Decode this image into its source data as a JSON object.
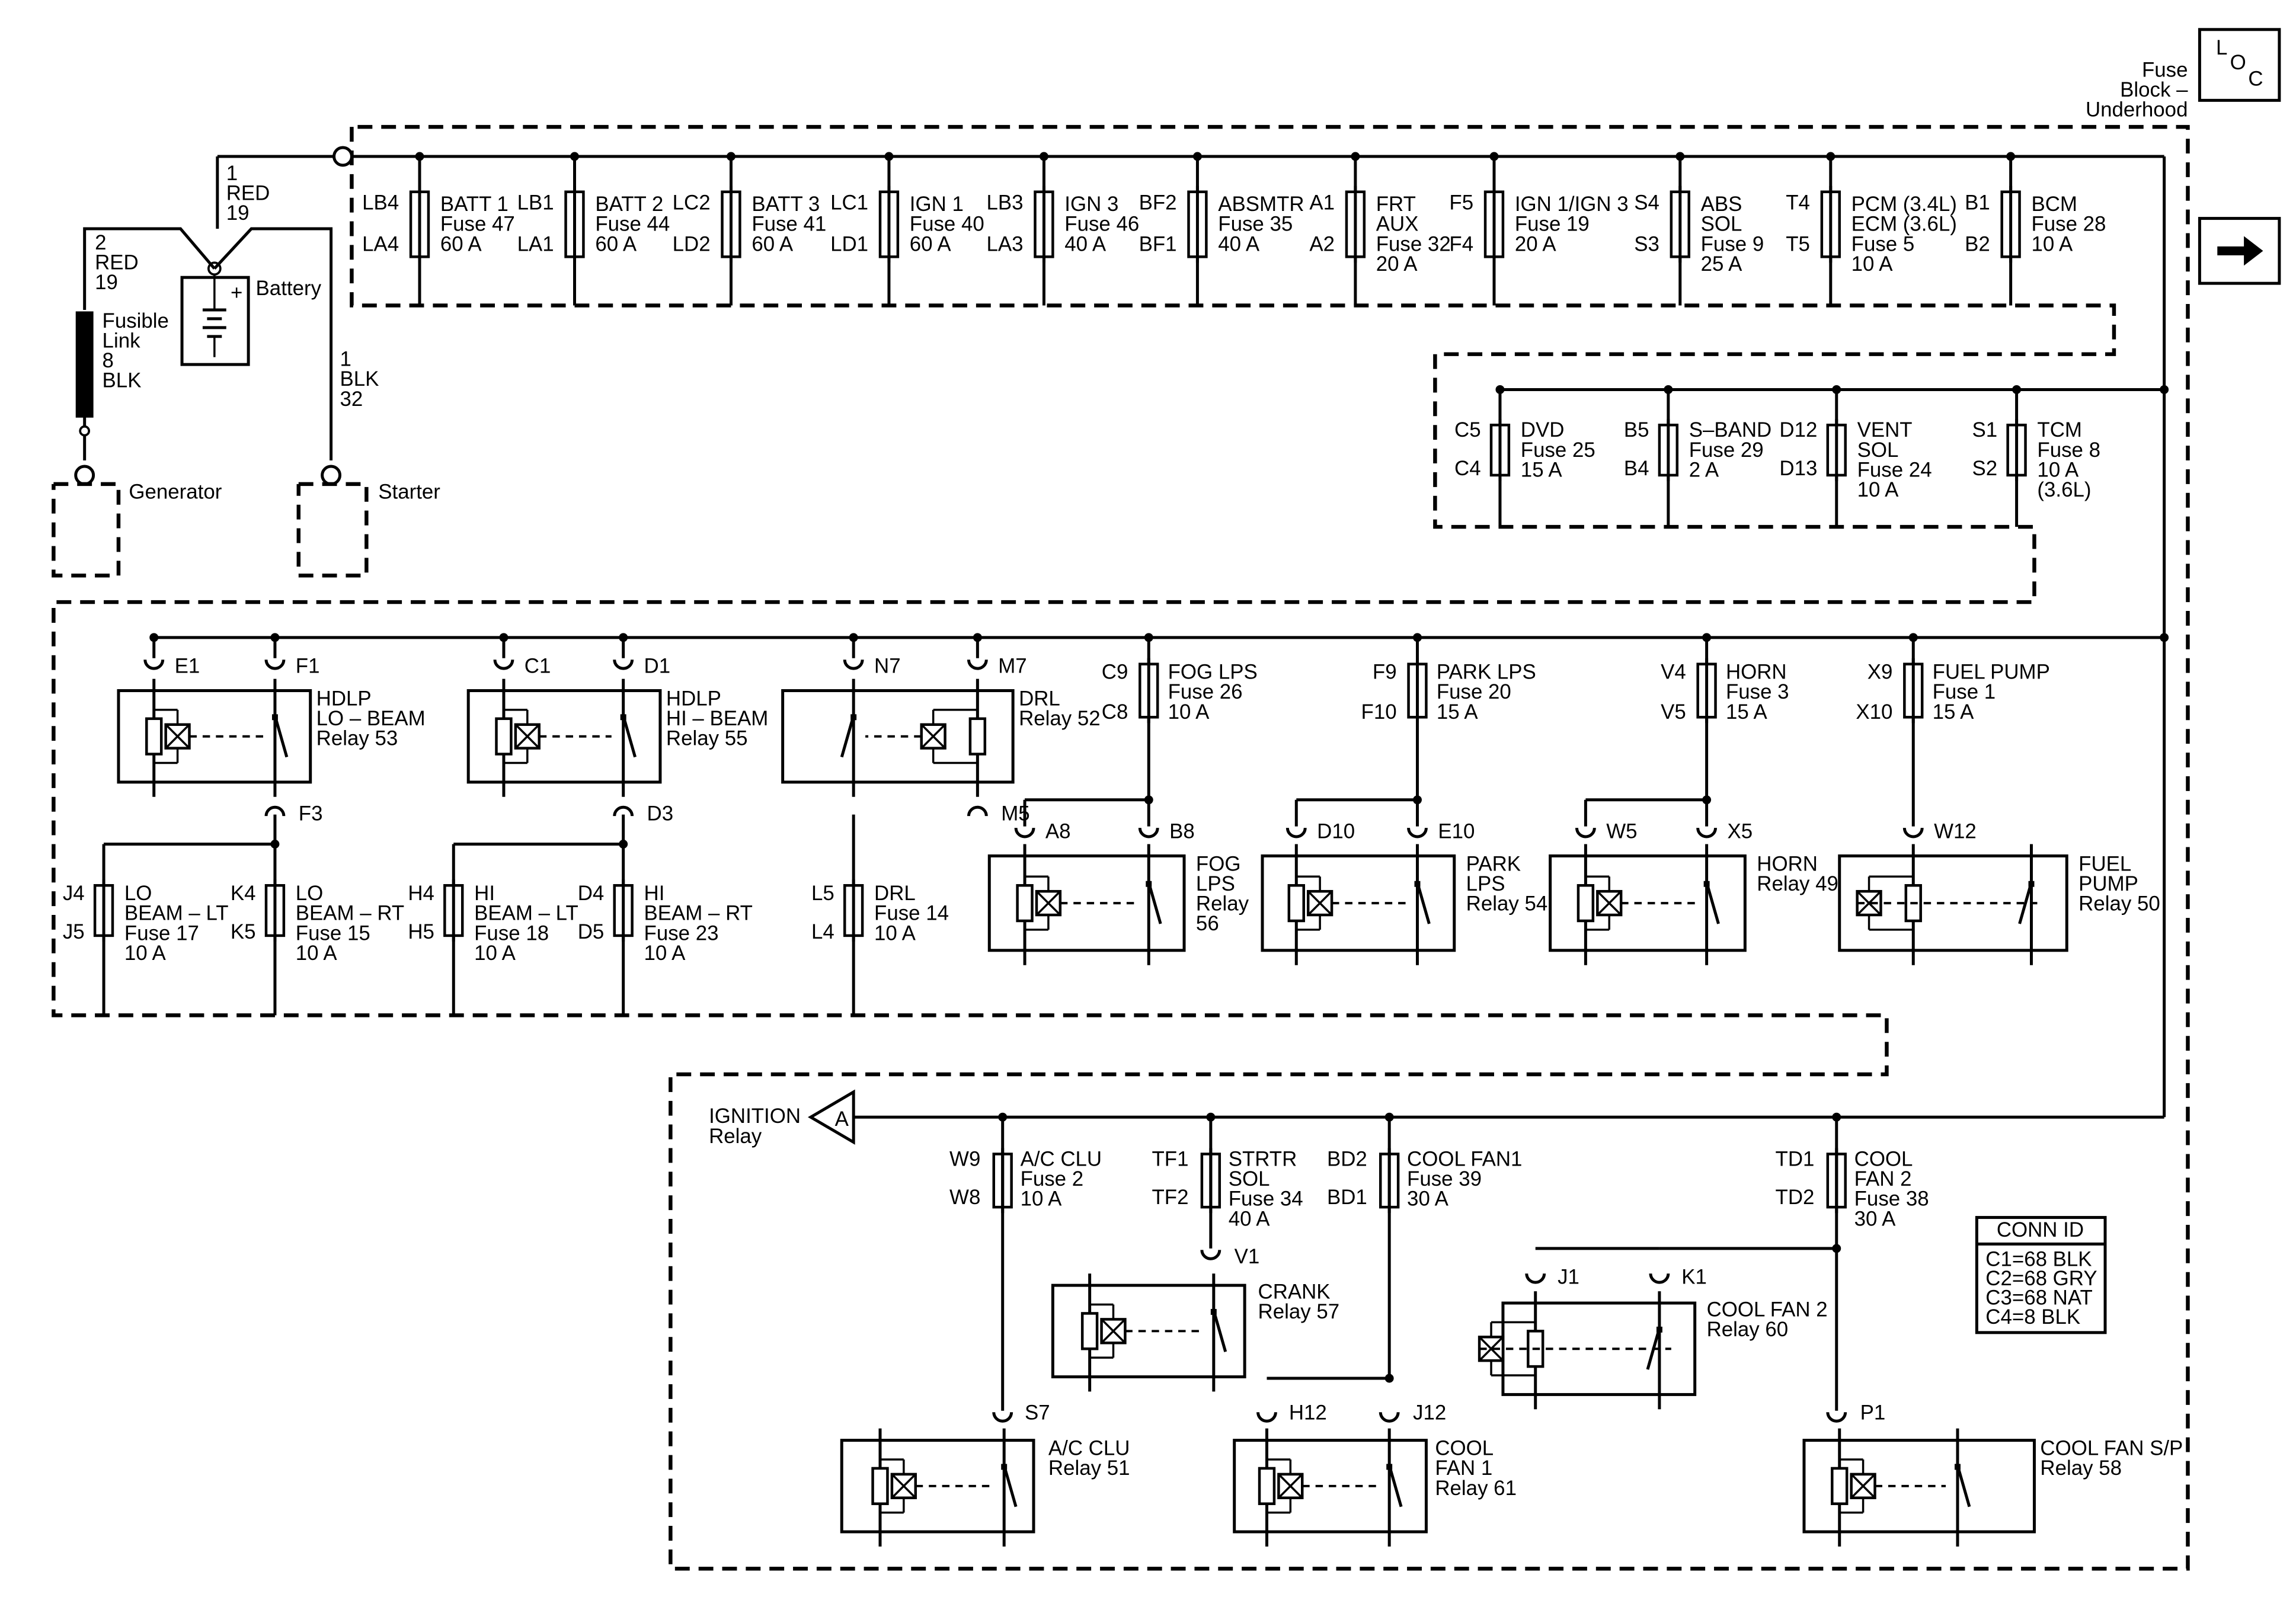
{
  "header": {
    "loc_letters": [
      "L",
      "O",
      "C"
    ],
    "fuse_block_lines": [
      "Fuse",
      "Block –",
      "Underhood"
    ],
    "nav_arrow": "arrow-right-icon"
  },
  "power": {
    "red_wire_1": [
      "1",
      "RED",
      "19"
    ],
    "red_wire_2": [
      "2",
      "RED",
      "19"
    ],
    "fusible_link": [
      "Fusible",
      "Link",
      "8",
      "BLK"
    ],
    "battery": "Battery",
    "blk_wire": [
      "1",
      "BLK",
      "32"
    ],
    "generator": "Generator",
    "starter": "Starter"
  },
  "top_fuses": [
    {
      "top": "LB4",
      "bot": "LA4",
      "lines": [
        "BATT 1",
        "Fuse 47",
        "60 A"
      ]
    },
    {
      "top": "LB1",
      "bot": "LA1",
      "lines": [
        "BATT 2",
        "Fuse 44",
        "60 A"
      ]
    },
    {
      "top": "LC2",
      "bot": "LD2",
      "lines": [
        "BATT 3",
        "Fuse 41",
        "60 A"
      ]
    },
    {
      "top": "LC1",
      "bot": "LD1",
      "lines": [
        "IGN 1",
        "Fuse 40",
        "60 A"
      ]
    },
    {
      "top": "LB3",
      "bot": "LA3",
      "lines": [
        "IGN 3",
        "Fuse 46",
        "40 A"
      ]
    },
    {
      "top": "BF2",
      "bot": "BF1",
      "lines": [
        "ABSMTR",
        "Fuse 35",
        "40 A"
      ]
    },
    {
      "top": "A1",
      "bot": "A2",
      "lines": [
        "FRT",
        "AUX",
        "Fuse 32",
        "20 A"
      ]
    },
    {
      "top": "F5",
      "bot": "F4",
      "lines": [
        "IGN 1/IGN 3",
        "Fuse 19",
        "20 A"
      ]
    },
    {
      "top": "S4",
      "bot": "S3",
      "lines": [
        "ABS",
        "SOL",
        "Fuse 9",
        "25 A"
      ]
    },
    {
      "top": "T4",
      "bot": "T5",
      "lines": [
        "PCM (3.4L)",
        "ECM (3.6L)",
        "Fuse 5",
        "10 A"
      ]
    },
    {
      "top": "B1",
      "bot": "B2",
      "lines": [
        "BCM",
        "Fuse 28",
        "10 A"
      ]
    }
  ],
  "row2_fuses": [
    {
      "top": "C5",
      "bot": "C4",
      "lines": [
        "DVD",
        "Fuse 25",
        "15 A"
      ]
    },
    {
      "top": "B5",
      "bot": "B4",
      "lines": [
        "S–BAND",
        "Fuse 29",
        "2 A"
      ]
    },
    {
      "top": "D12",
      "bot": "D13",
      "lines": [
        "VENT",
        "SOL",
        "Fuse 24",
        "10 A"
      ]
    },
    {
      "top": "S1",
      "bot": "S2",
      "lines": [
        "TCM",
        "Fuse 8",
        "10 A",
        "(3.6L)"
      ]
    }
  ],
  "row3": {
    "relays": [
      {
        "pin_in": "E1",
        "pin_sw": "F1",
        "lines": [
          "HDLP",
          "LO – BEAM",
          "Relay 53"
        ],
        "pin_out": "F3"
      },
      {
        "pin_in": "C1",
        "pin_sw": "D1",
        "lines": [
          "HDLP",
          "HI – BEAM",
          "Relay 55"
        ],
        "pin_out": "D3"
      },
      {
        "pin_in": "N7",
        "pin_sw": "M7",
        "lines": [
          "DRL",
          "Relay 52"
        ],
        "pin_out": "M5"
      }
    ],
    "lower_fuses": [
      {
        "top": "J4",
        "bot": "J5",
        "lines": [
          "LO",
          "BEAM – LT",
          "Fuse 17",
          "10 A"
        ]
      },
      {
        "top": "K4",
        "bot": "K5",
        "lines": [
          "LO",
          "BEAM – RT",
          "Fuse 15",
          "10 A"
        ]
      },
      {
        "top": "H4",
        "bot": "H5",
        "lines": [
          "HI",
          "BEAM – LT",
          "Fuse 18",
          "10 A"
        ]
      },
      {
        "top": "D4",
        "bot": "D5",
        "lines": [
          "HI",
          "BEAM – RT",
          "Fuse 23",
          "10 A"
        ]
      },
      {
        "top": "L5",
        "bot": "L4",
        "lines": [
          "DRL",
          "Fuse 14",
          "10 A"
        ]
      }
    ],
    "upper_fuses": [
      {
        "top": "C9",
        "bot": "C8",
        "lines": [
          "FOG LPS",
          "Fuse 26",
          "10 A"
        ]
      },
      {
        "top": "F9",
        "bot": "F10",
        "lines": [
          "PARK LPS",
          "Fuse 20",
          "15 A"
        ]
      },
      {
        "top": "V4",
        "bot": "V5",
        "lines": [
          "HORN",
          "Fuse 3",
          "15 A"
        ]
      },
      {
        "top": "X9",
        "bot": "X10",
        "lines": [
          "FUEL PUMP",
          "Fuse 1",
          "15 A"
        ]
      }
    ],
    "lower_relays": [
      {
        "pin_a": "A8",
        "pin_b": "B8",
        "lines": [
          "FOG",
          "LPS",
          "Relay",
          "56"
        ]
      },
      {
        "pin_a": "D10",
        "pin_b": "E10",
        "lines": [
          "PARK",
          "LPS",
          "Relay 54"
        ]
      },
      {
        "pin_a": "W5",
        "pin_b": "X5",
        "lines": [
          "HORN",
          "Relay 49"
        ]
      },
      {
        "pin_b": "W12",
        "lines": [
          "FUEL",
          "PUMP",
          "Relay 50"
        ]
      }
    ]
  },
  "bottom": {
    "ignition": [
      "IGNITION",
      "Relay"
    ],
    "ignition_tag": "A",
    "fuses": [
      {
        "top": "W9",
        "bot": "W8",
        "lines": [
          "A/C CLU",
          "Fuse 2",
          "10 A"
        ]
      },
      {
        "top": "TF1",
        "bot": "TF2",
        "lines": [
          "STRTR",
          "SOL",
          "Fuse 34",
          "40 A"
        ]
      },
      {
        "top": "BD2",
        "bot": "BD1",
        "lines": [
          "COOL FAN1",
          "Fuse 39",
          "30 A"
        ]
      },
      {
        "top": "TD1",
        "bot": "TD2",
        "lines": [
          "COOL",
          "FAN 2",
          "Fuse 38",
          "30 A"
        ]
      }
    ],
    "relays": [
      {
        "pin": "V1",
        "lines": [
          "CRANK",
          "Relay 57"
        ]
      },
      {
        "pin": "S7",
        "lines": [
          "A/C CLU",
          "Relay 51"
        ]
      },
      {
        "pin_a": "H12",
        "pin_b": "J12",
        "lines": [
          "COOL",
          "FAN 1",
          "Relay 61"
        ]
      },
      {
        "pin_a": "J1",
        "pin_b": "K1",
        "lines": [
          "COOL FAN 2",
          "Relay 60"
        ]
      },
      {
        "pin": "P1",
        "lines": [
          "COOL FAN S/P",
          "Relay 58"
        ]
      }
    ],
    "conn_id": {
      "title": "CONN  ID",
      "rows": [
        "C1=68 BLK",
        "C2=68 GRY",
        "C3=68 NAT",
        "C4=8 BLK"
      ]
    }
  }
}
